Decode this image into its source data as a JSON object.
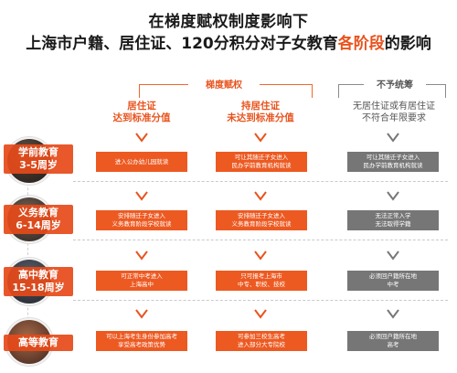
{
  "title": {
    "line1": "在梯度赋权制度影响下",
    "line2_prefix": "上海市户籍、居住证、120分积分对子女教育",
    "line2_highlight": "各阶段",
    "line2_suffix": "的影响"
  },
  "groups": {
    "left_label": "梯度赋权",
    "right_label": "不予统筹"
  },
  "columns": [
    {
      "header_line1": "居住证",
      "header_line2": "达到标准分值"
    },
    {
      "header_line1": "持居住证",
      "header_line2": "未达到标准分值"
    },
    {
      "header_line1": "无居住证或有居住证",
      "header_line2": "不符合年限要求"
    }
  ],
  "stages": [
    {
      "name": "学前教育",
      "age": "3-5周岁"
    },
    {
      "name": "义务教育",
      "age": "6-14周岁"
    },
    {
      "name": "高中教育",
      "age": "15-18周岁"
    },
    {
      "name": "高等教育",
      "age": ""
    }
  ],
  "cells": [
    [
      {
        "l1": "进入公办幼儿园就读",
        "l2": ""
      },
      {
        "l1": "可让其随迁子女进入",
        "l2": "民办学前教育机构就读"
      },
      {
        "l1": "可让其随迁子女进入",
        "l2": "民办学前教育机构就读"
      }
    ],
    [
      {
        "l1": "安排随迁子女进入",
        "l2": "义务教育阶段学校就读"
      },
      {
        "l1": "安排随迁子女进入",
        "l2": "义务教育阶段学校就读"
      },
      {
        "l1": "无法正常入学",
        "l2": "无法取得学籍"
      }
    ],
    [
      {
        "l1": "可正常中考进入",
        "l2": "上海高中"
      },
      {
        "l1": "只可报考上海市",
        "l2": "中专、职校、技校"
      },
      {
        "l1": "必须回户籍所在地",
        "l2": "中考"
      }
    ],
    [
      {
        "l1": "可以上海考生身份参加高考",
        "l2": "享受高考政策优势"
      },
      {
        "l1": "可参加三校生高考",
        "l2": "进入部分大专院校"
      },
      {
        "l1": "必须回户籍所在地",
        "l2": "高考"
      }
    ]
  ],
  "colors": {
    "accent": "#e8531d",
    "orange_box": "#ec5a22",
    "gray_box": "#767676"
  }
}
